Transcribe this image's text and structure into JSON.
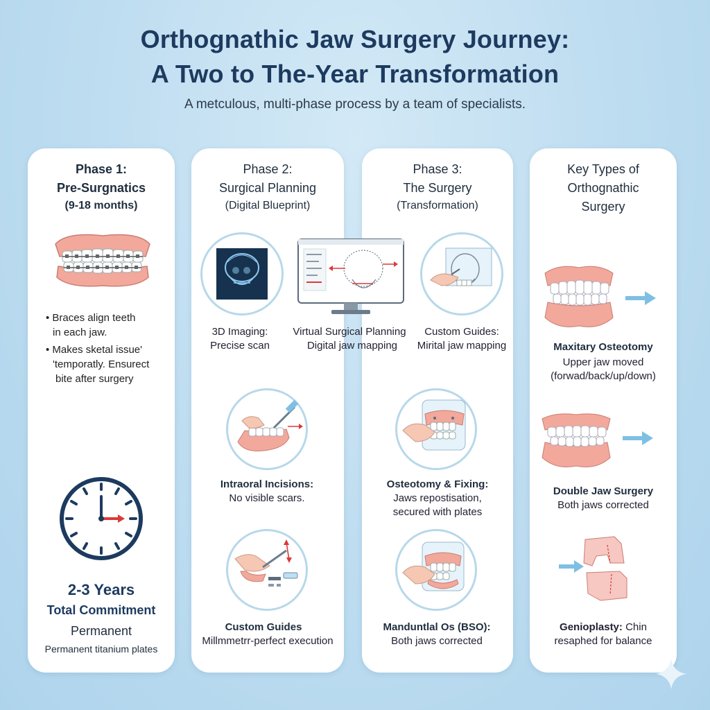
{
  "header": {
    "title_line1": "Orthognathic Jaw Surgery Journey:",
    "title_line2": "A Two to The-Year Transformation",
    "subtitle": "A metculous, multi-phase process by a team of specialists."
  },
  "phase1": {
    "title1": "Phase 1:",
    "title2": "Pre-Surgnatics",
    "title3": "(9-18 months)",
    "bullet1_line1": "• Braces align teeth",
    "bullet1_line2": "in each jaw.",
    "bullet2_line1": "• Makes sketal issue'",
    "bullet2_line2": "'temporatly. Ensurect",
    "bullet2_line3": "bite after surgery",
    "duration": "2-3 Years",
    "commitment": "Total Commitment",
    "permanent": "Permanent",
    "plates": "Permanent titanium plates"
  },
  "phase2": {
    "title1": "Phase 2:",
    "title2": "Surgical Planning",
    "title3": "(Digital Blueprint)",
    "imaging_title": "3D Imaging:",
    "imaging_desc": "Precise scan",
    "vsp_title": "Virtual Surgical Planning",
    "vsp_desc": "Digital jaw mapping",
    "incisions_title": "Intraoral Incisions:",
    "incisions_desc": "No visible scars.",
    "guides_title": "Custom Guides",
    "guides_desc": "Millmmetrr-perfect execution"
  },
  "phase3": {
    "title1": "Phase 3:",
    "title2": "The Surgery",
    "title3": "(Transformation)",
    "guides_title": "Custom Guides:",
    "guides_desc": "Mirital jaw mapping",
    "osteotomy_title": "Osteotomy & Fixing:",
    "osteotomy_desc1": "Jaws repostisation,",
    "osteotomy_desc2": "secured with plates",
    "bso_title": "Manduntlal Os (BSO):",
    "bso_desc": "Both jaws corrected"
  },
  "types": {
    "title1": "Key Types of",
    "title2": "Orthognathic",
    "title3": "Surgery",
    "maxillary_title": "Maxitary Osteotomy",
    "maxillary_desc1": "Upper jaw moved",
    "maxillary_desc2": "(forwad/back/up/down)",
    "double_title": "Double Jaw Surgery",
    "double_desc": "Both jaws corrected",
    "genio_title": "Genioplasty:",
    "genio_desc1": " Chin",
    "genio_desc2": "resaphed for balance"
  },
  "colors": {
    "navy": "#1d3a5f",
    "gum": "#f2a89b",
    "accent_blue": "#7fbfe3",
    "alert_red": "#d93a3a"
  },
  "icons": [
    "braces-teeth-icon",
    "clock-icon",
    "skull-scan-icon",
    "monitor-planning-icon",
    "surgical-guide-icon",
    "incision-icon",
    "surgical-tools-icon",
    "osteotomy-icon",
    "bso-icon",
    "jaw-model-icon",
    "arrow-right-icon",
    "chin-icon",
    "sparkle-icon"
  ]
}
